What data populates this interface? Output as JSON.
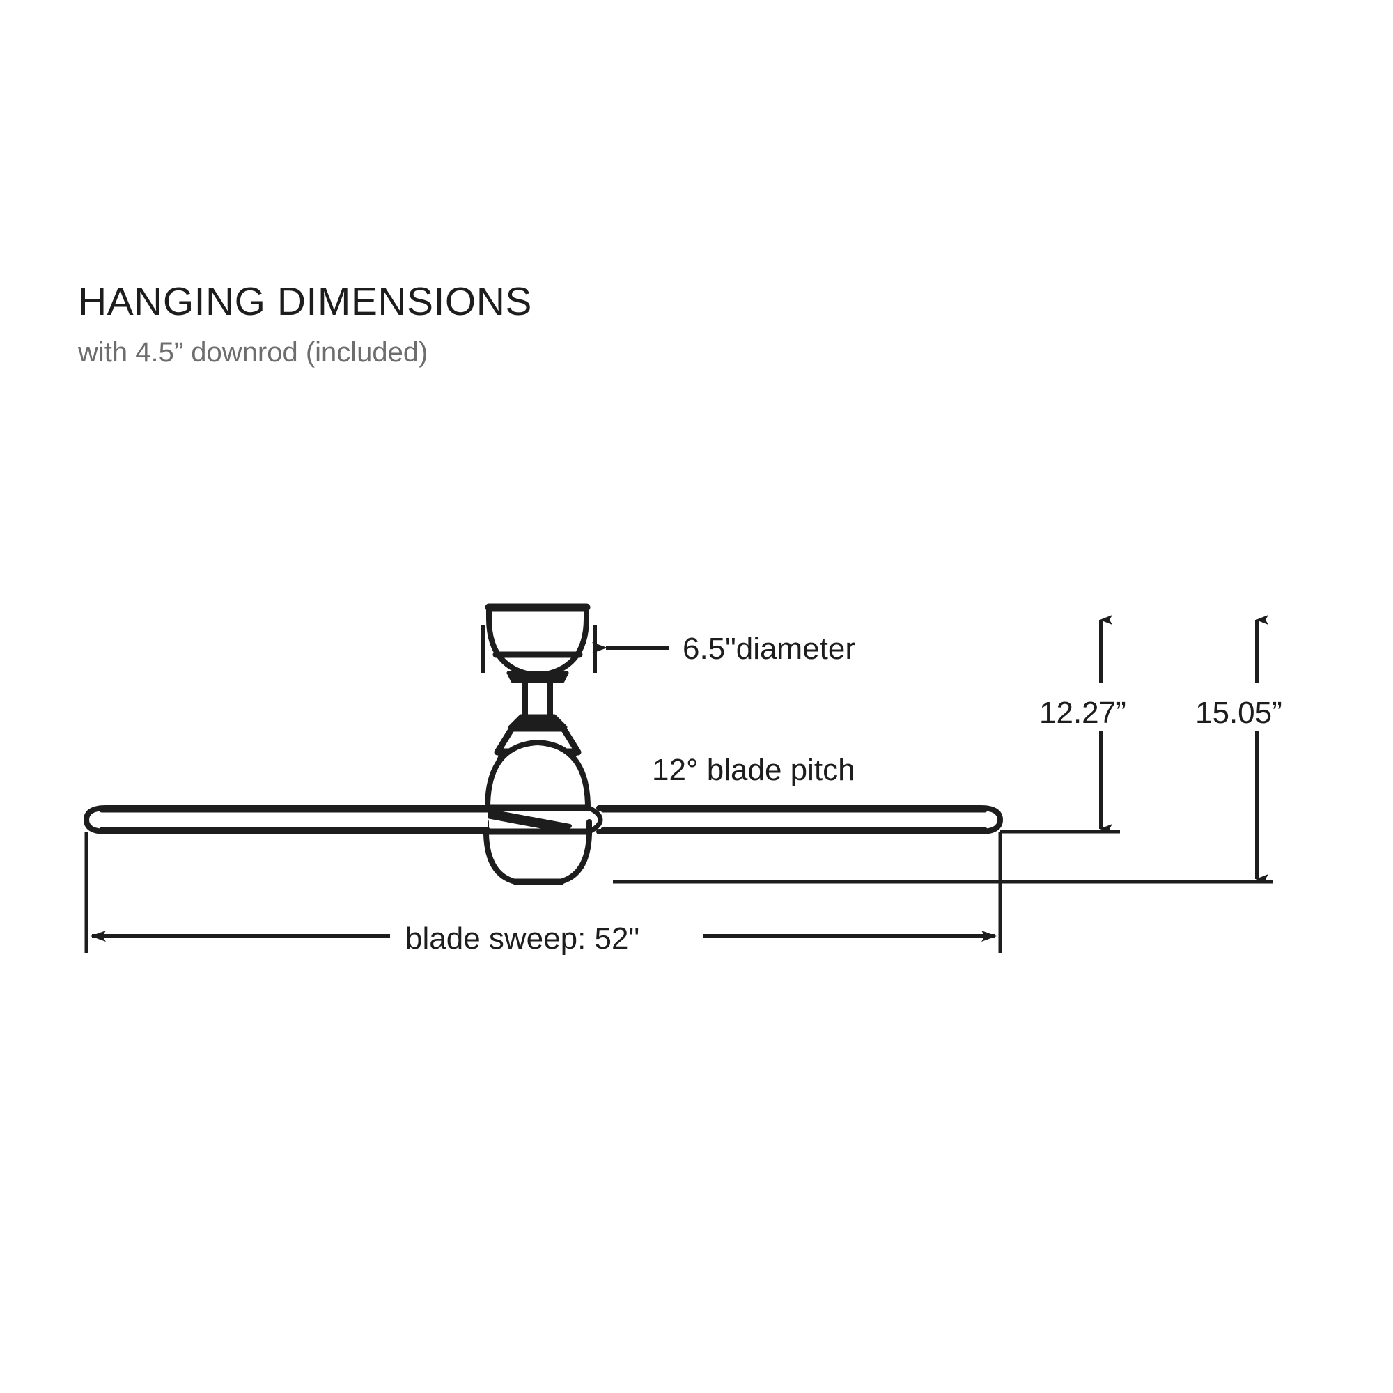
{
  "header": {
    "title": "HANGING DIMENSIONS",
    "subtitle": "with 4.5” downrod (included)"
  },
  "diagram": {
    "name": "ceiling-fan-hanging-dimensions",
    "line_color": "#1d1d1d",
    "background": "#ffffff",
    "annotations": {
      "canopy_diameter": "6.5\"diameter",
      "blade_pitch": "12° blade pitch",
      "height_to_blade": "12.27”",
      "height_overall": "15.05”",
      "blade_sweep": "blade sweep: 52\""
    }
  },
  "chart_data": {
    "type": "diagram",
    "title": "HANGING DIMENSIONS",
    "subtitle": "with 4.5” downrod (included)",
    "measurements": [
      {
        "label": "canopy diameter",
        "value": 6.5,
        "unit": "in",
        "display": "6.5\"diameter"
      },
      {
        "label": "blade pitch",
        "value": 12,
        "unit": "deg",
        "display": "12° blade pitch"
      },
      {
        "label": "ceiling to blade height",
        "value": 12.27,
        "unit": "in",
        "display": "12.27”"
      },
      {
        "label": "overall hanging height",
        "value": 15.05,
        "unit": "in",
        "display": "15.05”"
      },
      {
        "label": "blade sweep",
        "value": 52,
        "unit": "in",
        "display": "blade sweep: 52\""
      },
      {
        "label": "downrod",
        "value": 4.5,
        "unit": "in",
        "display": "4.5” downrod (included)"
      }
    ]
  }
}
